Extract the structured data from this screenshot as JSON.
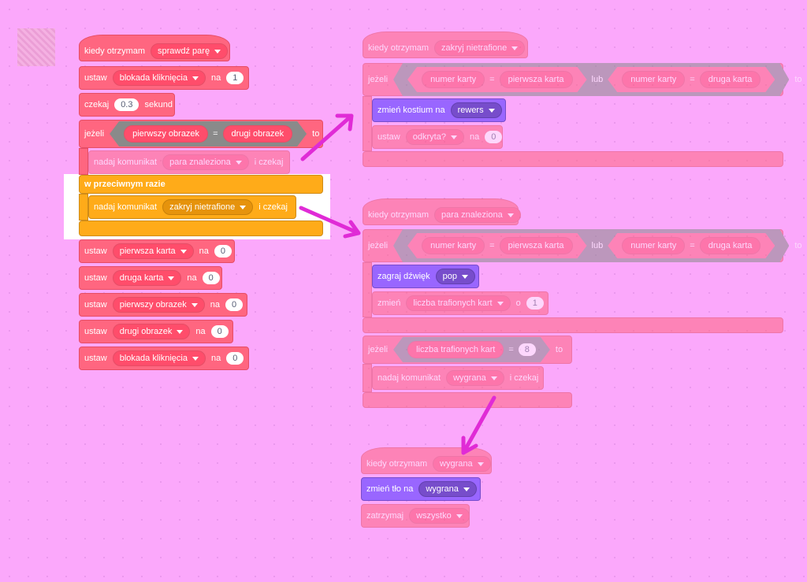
{
  "stack1": {
    "hat": {
      "label": "kiedy otrzymam",
      "message": "sprawdź parę"
    },
    "set1": {
      "verb": "ustaw",
      "var": "blokada kliknięcia",
      "to": "na",
      "value": "1"
    },
    "wait": {
      "verb": "czekaj",
      "value": "0.3",
      "unit": "sekund"
    },
    "if": {
      "label": "jeżeli",
      "left": "pierwszy obrazek",
      "op": "=",
      "right": "drugi obrazek",
      "then": "to"
    },
    "broadcast1": {
      "label": "nadaj komunikat",
      "message": "para znaleziona",
      "wait": "i czekaj"
    },
    "else_label": "w przeciwnym razie",
    "broadcast2": {
      "label": "nadaj komunikat",
      "message": "zakryj nietrafione",
      "wait": "i czekaj"
    },
    "sets": [
      {
        "verb": "ustaw",
        "var": "pierwsza karta",
        "to": "na",
        "value": "0"
      },
      {
        "verb": "ustaw",
        "var": "druga karta",
        "to": "na",
        "value": "0"
      },
      {
        "verb": "ustaw",
        "var": "pierwszy obrazek",
        "to": "na",
        "value": "0"
      },
      {
        "verb": "ustaw",
        "var": "drugi obrazek",
        "to": "na",
        "value": "0"
      },
      {
        "verb": "ustaw",
        "var": "blokada kliknięcia",
        "to": "na",
        "value": "0"
      }
    ]
  },
  "stack2": {
    "hat": {
      "label": "kiedy otrzymam",
      "message": "zakryj nietrafione"
    },
    "if": {
      "label": "jeżeli",
      "a": "numer karty",
      "op": "=",
      "b": "pierwsza karta",
      "or": "lub",
      "c": "numer karty",
      "op2": "=",
      "d": "druga karta",
      "then": "to"
    },
    "costume": {
      "label": "zmień kostium na",
      "value": "rewers"
    },
    "set": {
      "verb": "ustaw",
      "var": "odkryta?",
      "to": "na",
      "value": "0"
    }
  },
  "stack3": {
    "hat": {
      "label": "kiedy otrzymam",
      "message": "para znaleziona"
    },
    "if": {
      "label": "jeżeli",
      "a": "numer karty",
      "op": "=",
      "b": "pierwsza karta",
      "or": "lub",
      "c": "numer karty",
      "op2": "=",
      "d": "druga karta",
      "then": "to"
    },
    "sound": {
      "label": "zagraj dźwięk",
      "value": "pop"
    },
    "change": {
      "label": "zmień",
      "var": "liczba trafionych kart",
      "by": "o",
      "value": "1"
    },
    "if2": {
      "label": "jeżeli",
      "left": "liczba trafionych kart",
      "op": "=",
      "right": "8",
      "then": "to"
    },
    "broadcast": {
      "label": "nadaj komunikat",
      "message": "wygrana",
      "wait": "i czekaj"
    }
  },
  "stack4": {
    "hat": {
      "label": "kiedy otrzymam",
      "message": "wygrana"
    },
    "backdrop": {
      "label": "zmień tło na",
      "value": "wygrana"
    },
    "stop": {
      "label": "zatrzymaj",
      "value": "wszystko"
    }
  },
  "colors": {
    "events": "#ff6680",
    "looks": "#9966ff",
    "control": "#ffab19",
    "arrow": "#e02bd6"
  }
}
